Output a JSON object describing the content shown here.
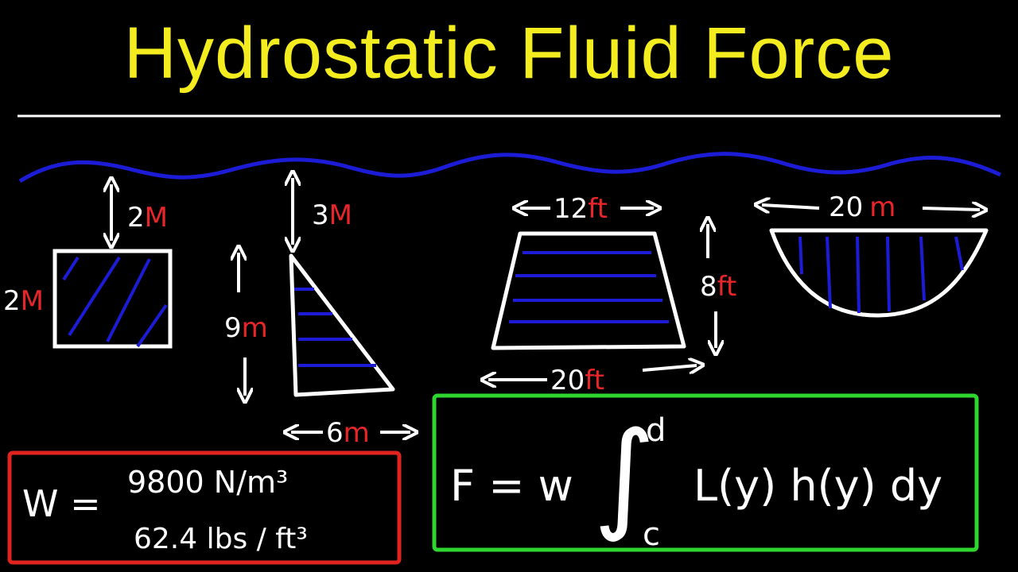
{
  "title": "Hydrostatic Fluid Force",
  "colors": {
    "title": "#f3ec1f",
    "water": "#1c1cd6",
    "unit": "#e8262a",
    "weight_box": "#e0231f",
    "formula_box": "#2fd62f",
    "shape": "#ffffff"
  },
  "shapes": {
    "square": {
      "depth_num": "2",
      "depth_unit": "M",
      "side_num": "2",
      "side_unit": "M"
    },
    "triangle": {
      "depth_num": "3",
      "depth_unit": "M",
      "height_num": "9",
      "height_unit": "m",
      "base_num": "6",
      "base_unit": "m"
    },
    "trapezoid": {
      "top_num": "12",
      "top_unit": "ft",
      "height_num": "8",
      "height_unit": "ft",
      "bottom_num": "20",
      "bottom_unit": "ft"
    },
    "semicircle": {
      "width_num": "20",
      "width_unit": "m"
    }
  },
  "weight": {
    "label": "W =",
    "metric": "9800 N/m³",
    "imperial": "62.4 lbs / ft³"
  },
  "formula": {
    "lhs": "F = w",
    "upper": "d",
    "lower": "c",
    "integrand": "L(y) h(y) dy"
  }
}
